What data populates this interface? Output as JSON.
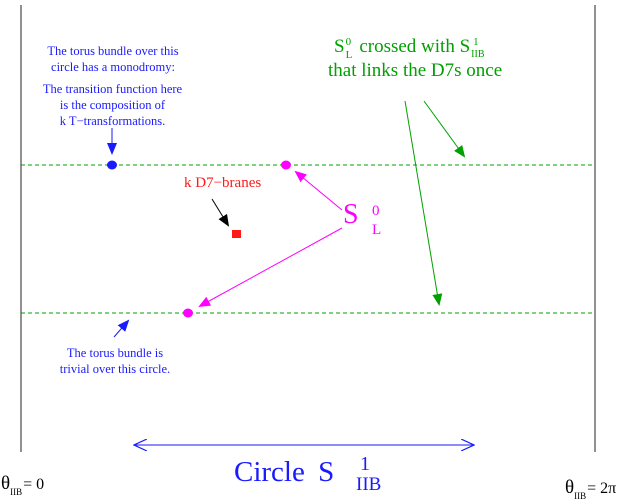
{
  "colors": {
    "blue": "#1a1aff",
    "green": "#00a000",
    "red": "#ff1a1a",
    "magenta": "#ff00ff",
    "gray": "#555555",
    "black": "#000000"
  },
  "texts": {
    "monodromy_line1": "The torus bundle over this",
    "monodromy_line2": "circle has a monodromy:",
    "transition_line1": "The transition function here",
    "transition_line2": "is the composition of",
    "transition_line3": "k T−transformations.",
    "crossed_s": "S",
    "crossed_sub_l": "L",
    "crossed_sup_0": "0",
    "crossed_mid": "crossed with",
    "crossed_sub_iib": "IIB",
    "crossed_sup_1": "1",
    "crossed_line2": "that links the D7s once",
    "d7_label": "k D7−branes",
    "sl_s": "S",
    "sl_sup": "0",
    "sl_sub": "L",
    "trivial_line1": "The torus bundle is",
    "trivial_line2": "trivial over this circle.",
    "circle_word": "Circle",
    "circle_s": "S",
    "circle_sup": "1",
    "circle_sub": "IIB",
    "theta": "θ",
    "theta_sub": "IIB",
    "theta_left_value": "= 0",
    "theta_right_value": "= 2π"
  }
}
